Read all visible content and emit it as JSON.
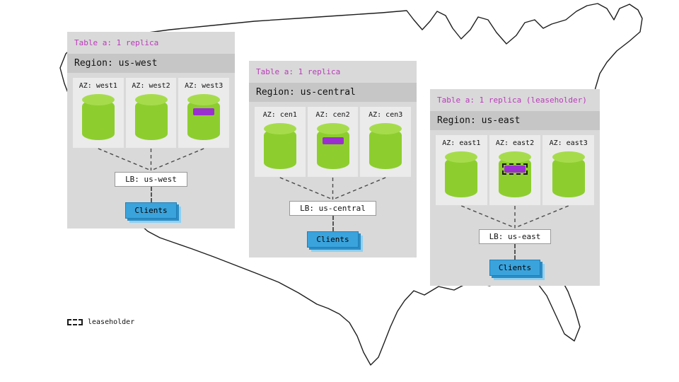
{
  "legend": {
    "label": "leaseholder"
  },
  "colors": {
    "table-label": "#bb3abb",
    "replica": "#9a2fd0",
    "cylinder": "#8dce2e",
    "cylinder-top": "#a6dc4c",
    "clients-blue": "#3ba3dc",
    "card-gray": "#d9d9d9",
    "region-band-gray": "#c6c6c6",
    "az-panel-gray": "#ebebeb"
  },
  "regions": [
    {
      "table_label": "Table a: 1 replica",
      "region_label": "Region: us-west",
      "azs": [
        {
          "label": "AZ: west1",
          "replica": false,
          "leaseholder": false
        },
        {
          "label": "AZ: west2",
          "replica": false,
          "leaseholder": false
        },
        {
          "label": "AZ: west3",
          "replica": true,
          "leaseholder": false
        }
      ],
      "lb_label": "LB: us-west",
      "clients_label": "Clients"
    },
    {
      "table_label": "Table a: 1 replica",
      "region_label": "Region: us-central",
      "azs": [
        {
          "label": "AZ: cen1",
          "replica": false,
          "leaseholder": false
        },
        {
          "label": "AZ: cen2",
          "replica": true,
          "leaseholder": false
        },
        {
          "label": "AZ: cen3",
          "replica": false,
          "leaseholder": false
        }
      ],
      "lb_label": "LB: us-central",
      "clients_label": "Clients"
    },
    {
      "table_label": "Table a: 1 replica (leaseholder)",
      "region_label": "Region: us-east",
      "azs": [
        {
          "label": "AZ: east1",
          "replica": false,
          "leaseholder": false
        },
        {
          "label": "AZ: east2",
          "replica": true,
          "leaseholder": true
        },
        {
          "label": "AZ: east3",
          "replica": false,
          "leaseholder": false
        }
      ],
      "lb_label": "LB: us-east",
      "clients_label": "Clients"
    }
  ]
}
